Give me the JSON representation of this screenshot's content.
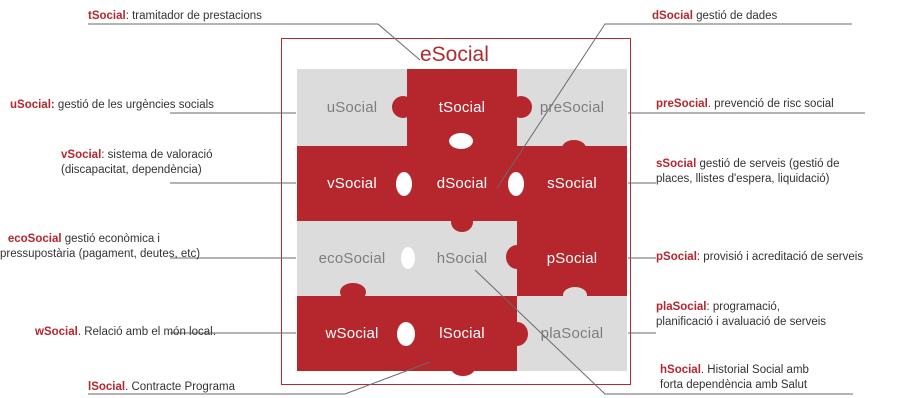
{
  "title": "eSocial",
  "tiles": [
    {
      "name": "uSocial",
      "color": "gray"
    },
    {
      "name": "tSocial",
      "color": "red"
    },
    {
      "name": "preSocial",
      "color": "gray"
    },
    {
      "name": "vSocial",
      "color": "red"
    },
    {
      "name": "dSocial",
      "color": "red"
    },
    {
      "name": "sSocial",
      "color": "red"
    },
    {
      "name": "ecoSocial",
      "color": "gray"
    },
    {
      "name": "hSocial",
      "color": "gray"
    },
    {
      "name": "pSocial",
      "color": "red"
    },
    {
      "name": "wSocial",
      "color": "red"
    },
    {
      "name": "lSocial",
      "color": "red"
    },
    {
      "name": "plaSocial",
      "color": "gray"
    }
  ],
  "labels": {
    "tsocial": {
      "key": "tSocial",
      "text": ": tramitador de prestacions"
    },
    "dsocial": {
      "key": "dSocial",
      "text": " gestió de dades"
    },
    "usocial": {
      "key": "uSocial:",
      "text": " gestió de les urgències socials"
    },
    "presocial": {
      "key": "preSocial",
      "text": ". prevenció de risc social"
    },
    "vsocial_1": {
      "key": "vSocial",
      "text": ": sistema de valoració"
    },
    "vsocial_2": "(discapacitat, dependència)",
    "ssocial_1": {
      "key": "sSocial",
      "text": " gestió de serveis (gestió de"
    },
    "ssocial_2": "places, llistes d'espera, liquidació)",
    "ecosocial_1": {
      "key": "ecoSocial",
      "text": " gestió econòmica i"
    },
    "ecosocial_2": "pressupostària (pagament, deutes, etc)",
    "psocial": {
      "key": "pSocial",
      "text": ": provisió i acreditació de serveis"
    },
    "plasocial_1": {
      "key": "plaSocial",
      "text": ": programació,"
    },
    "plasocial_2": "planificació i avaluació de serveis",
    "wsocial": {
      "key": "wSocial",
      "text": ". Relació amb el món local."
    },
    "hsocial_1": {
      "key": "hSocial",
      "text": ". Historial Social amb"
    },
    "hsocial_2": "forta dependència amb Salut",
    "lsocial": {
      "key": "lSocial",
      "text": ". Contracte Programa"
    }
  },
  "colors": {
    "red": "#b5262d",
    "gray": "#dcdcdc",
    "gray_text": "#7d7d7d",
    "line": "#6a6a6a"
  }
}
